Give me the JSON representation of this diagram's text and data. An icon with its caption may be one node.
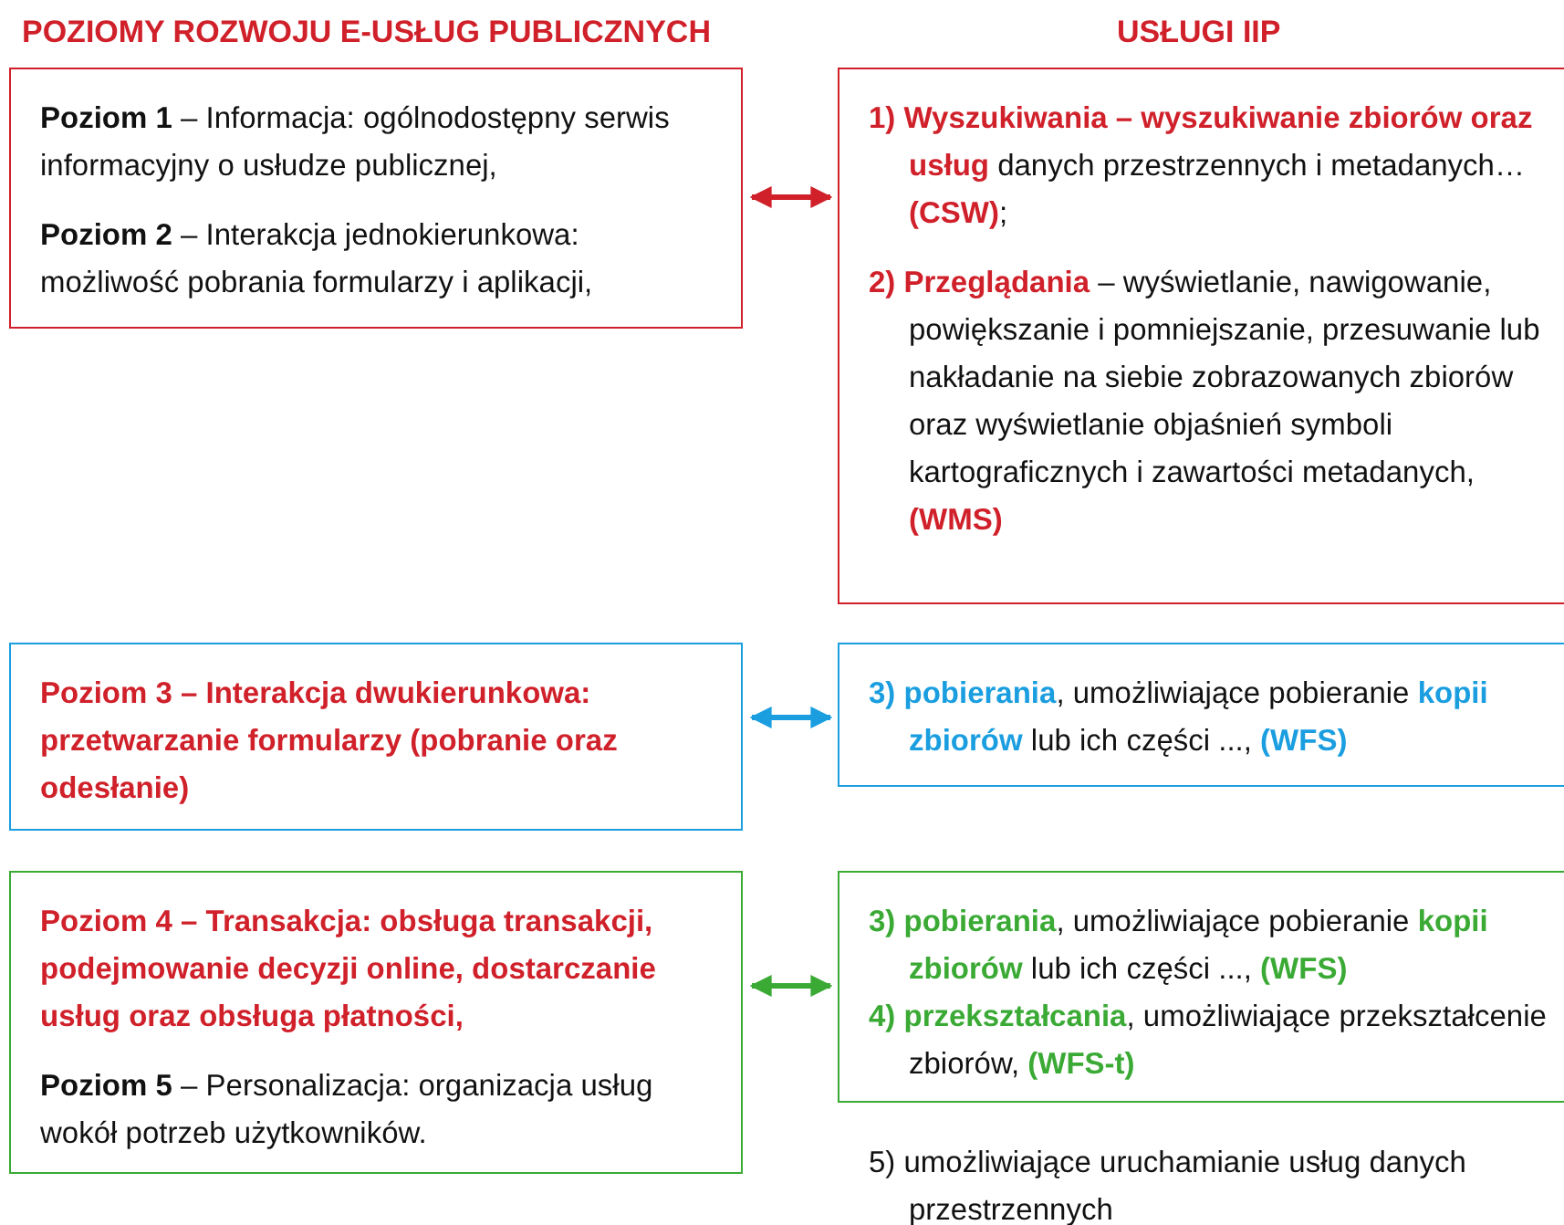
{
  "diagram": {
    "nodes": [
      {
        "text": [
          "**Poziom 1** – Informacja: ogólnodostępny serwis informacyjny o usłudze publicznej,",
          "**Poziom 2** – Interakcja jednokierunkowa: możliwość pobrania formularzy i aplikacji,"
        ]
      },
      {
        "text": [
          "**1) Wyszukiwania – wyszukiwanie zbiorów oraz usług** danych przestrzennych i metadanych… **(CSW)**;",
          "**2) Przeglądania** – wyświetlanie, nawigowanie, powiększanie i pomniejszanie, przesuwanie lub nakładanie na siebie zobrazowanych zbiorów oraz wyświetlanie objaśnień symboli kartograficznych i zawartości metadanych, **(WMS)**"
        ]
      },
      {
        "text": [
          "Poziom 3 – Interakcja dwukierunkowa: przetwarzanie formularzy (pobranie oraz odesłanie)"
        ]
      },
      {
        "text": [
          "**3) pobierania**, umożliwiające pobieranie **kopii zbiorów** lub ich części ..., **(WFS)**"
        ]
      },
      {
        "text": [
          "Poziom 4 – Transakcja: obsługa transakcji, podejmowanie decyzji online, dostarczanie usług oraz obsługa płatności,",
          "**Poziom 5** – Personalizacja: organizacja usług wokół potrzeb użytkowników."
        ]
      },
      {
        "text": [
          "**3) pobierania**, umożliwiające pobieranie **kopii zbiorów** lub ich części ..., **(WFS)**",
          "**4) przekształcania**, umożliwiające przekształcenie zbiorów, **(WFS-t)**"
        ]
      }
    ],
    "edges": [
      {
        "from": 0,
        "to": 1,
        "arrow": "both",
        "color": "#d0202a"
      },
      {
        "from": 2,
        "to": 3,
        "arrow": "both",
        "color": "#1a9ee0"
      },
      {
        "from": 4,
        "to": 5,
        "arrow": "both",
        "color": "#3aaa35"
      }
    ],
    "labels": [
      "POZIOMY ROZWOJU E-USŁUG PUBLICZNYCH",
      "USŁUGI IIP",
      "5) umożliwiające uruchamianie usług danych przestrzennych"
    ]
  }
}
